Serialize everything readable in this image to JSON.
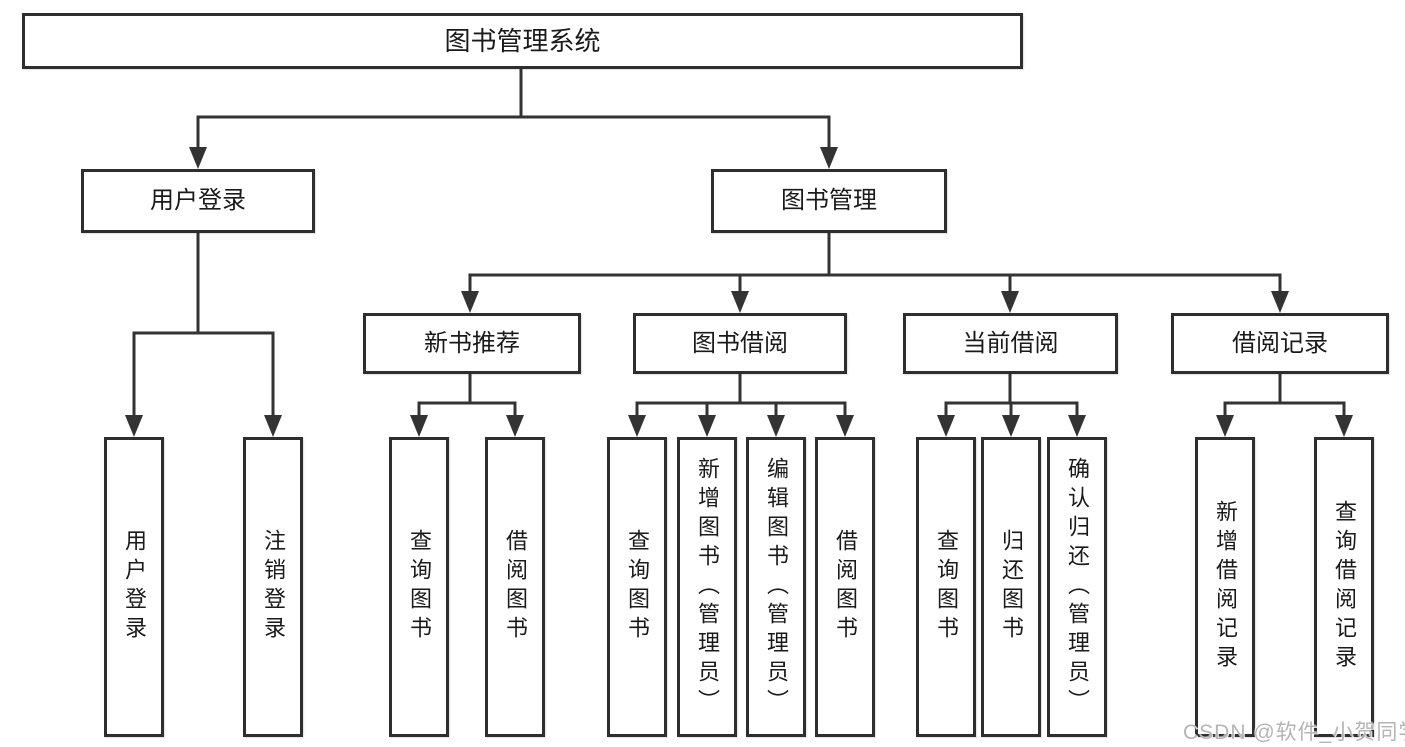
{
  "diagram": {
    "root": {
      "label": "图书管理系统"
    },
    "level2": [
      {
        "label": "用户登录",
        "children": [
          {
            "label": "用户登录"
          },
          {
            "label": "注销登录"
          }
        ]
      },
      {
        "label": "图书管理",
        "children": [
          {
            "label": "新书推荐",
            "children": [
              {
                "label": "查询图书"
              },
              {
                "label": "借阅图书"
              }
            ]
          },
          {
            "label": "图书借阅",
            "children": [
              {
                "label": "查询图书"
              },
              {
                "label": "新增图书（管理员）"
              },
              {
                "label": "编辑图书（管理员）"
              },
              {
                "label": "借阅图书"
              }
            ]
          },
          {
            "label": "当前借阅",
            "children": [
              {
                "label": "查询图书"
              },
              {
                "label": "归还图书"
              },
              {
                "label": "确认归还（管理员）"
              }
            ]
          },
          {
            "label": "借阅记录",
            "children": [
              {
                "label": "新增借阅记录"
              },
              {
                "label": "查询借阅记录"
              }
            ]
          }
        ]
      }
    ]
  },
  "watermark": {
    "text": "CSDN @软件_小贺同学"
  },
  "colors": {
    "line": "#333333",
    "box_border": "#2e2e2e",
    "text": "#1a1a1a",
    "background": "#ffffff",
    "watermark": "#b5b5b5"
  }
}
